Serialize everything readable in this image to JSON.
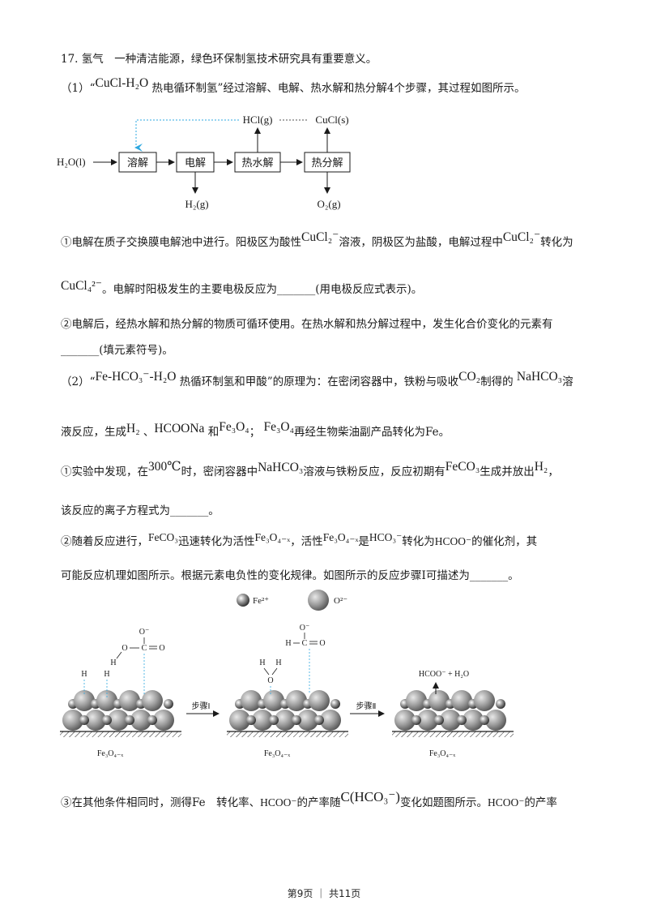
{
  "q17": {
    "title": "17. 氢气　一种清洁能源，绿色环保制氢技术研究具有重要意义。",
    "p1": {
      "num": "（1）",
      "q_open": "“",
      "formula": "CuCl-H₂O",
      "text": "热电循环制氢”经过溶解、电解、热水解和热分解4个步骤，其过程如图所示。",
      "flow": {
        "input": "H₂O(l)",
        "steps": [
          "溶解",
          "电解",
          "热水解",
          "热分解"
        ],
        "hcl": "HCl(g)",
        "cucl": "CuCl(s)",
        "h2": "H₂(g)",
        "o2": "O₂(g)"
      },
      "s1": {
        "a": "①电解在质子交换膜电解池中进行。阳极区为酸性",
        "f1": "CuCl₂⁻",
        "b": "溶液，阴极区为盐酸，电解过程中",
        "f2": "CuCl₂⁻",
        "c": "转化为",
        "f3": "CuCl₄²⁻",
        "d": "。电解时阳极发生的主要电极反应为_______(用电极反应式表示)。"
      },
      "s2": {
        "a": "②电解后，经热水解和热分解的物质可循环使用。在热水解和热分解过程中，发生化合价变化的元素有",
        "b": "_______(填元素符号)。"
      }
    },
    "p2": {
      "num": "（2）",
      "q_open": "“",
      "formula": "Fe-HCO₃⁻-H₂O",
      "a": "热循环制氢和甲酸”的原理为：在密闭容器中，铁粉与吸收",
      "co2": "CO₂",
      "b": "制得的",
      "nahco3": "NaHCO₃",
      "c": "溶",
      "line2": {
        "a": "液反应，生成",
        "h2": "H₂",
        "b": "、",
        "hcoona": "HCOONa",
        "c": "和",
        "fe3o4": "Fe₃O₄",
        "d": "；",
        "fe3o4b": "Fe₃O₄",
        "e": "再经生物柴油副产品转化为Fe。"
      },
      "s1": {
        "a": "①实验中发现，在",
        "temp": "300℃",
        "b": "时，密闭容器中",
        "nahco3": "NaHCO₃",
        "c": "溶液与铁粉反应，反应初期有",
        "feco3": "FeCO₃",
        "d": "生成并放出",
        "h2": "H₂",
        "e": "，",
        "line2": "该反应的离子方程式为_______。"
      },
      "s2": {
        "a": "②随着反应进行，",
        "feco3": "FeCO₃",
        "b": "迅速转化为活性",
        "fe3o4x": "Fe₃O₄₋ₓ",
        "c": "，活性",
        "fe3o4x2": "Fe₃O₄₋ₓ",
        "d": "是",
        "hco3": "HCO₃⁻",
        "e": "转化为",
        "hcoo": "HCOO⁻",
        "f": "的催化剂，其",
        "line2": "可能反应机理如图所示。根据元素电负性的变化规律。如图所示的反应步骤Ⅰ可描述为_______。"
      },
      "legend": {
        "fe": "Fe²⁺",
        "o": "O²⁻"
      },
      "mech": {
        "surface": "Fe₃O₄₋ₓ",
        "step1": "步骤Ⅰ",
        "step2": "步骤Ⅱ",
        "product": "HCOO⁻ + H₂O",
        "h": "H",
        "o": "O",
        "o_minus": "O⁻",
        "c": "C"
      },
      "s3": {
        "a": "③在其他条件相同时，测得Fe　转化率、",
        "hcoo": "HCOO⁻",
        "b": "的产率随",
        "chco3": "C(HCO₃⁻)",
        "c": "变化如题图所示。",
        "hcoo2": "HCOO⁻",
        "d": "的产率"
      }
    }
  },
  "footer": "第9页 ｜ 共11页"
}
